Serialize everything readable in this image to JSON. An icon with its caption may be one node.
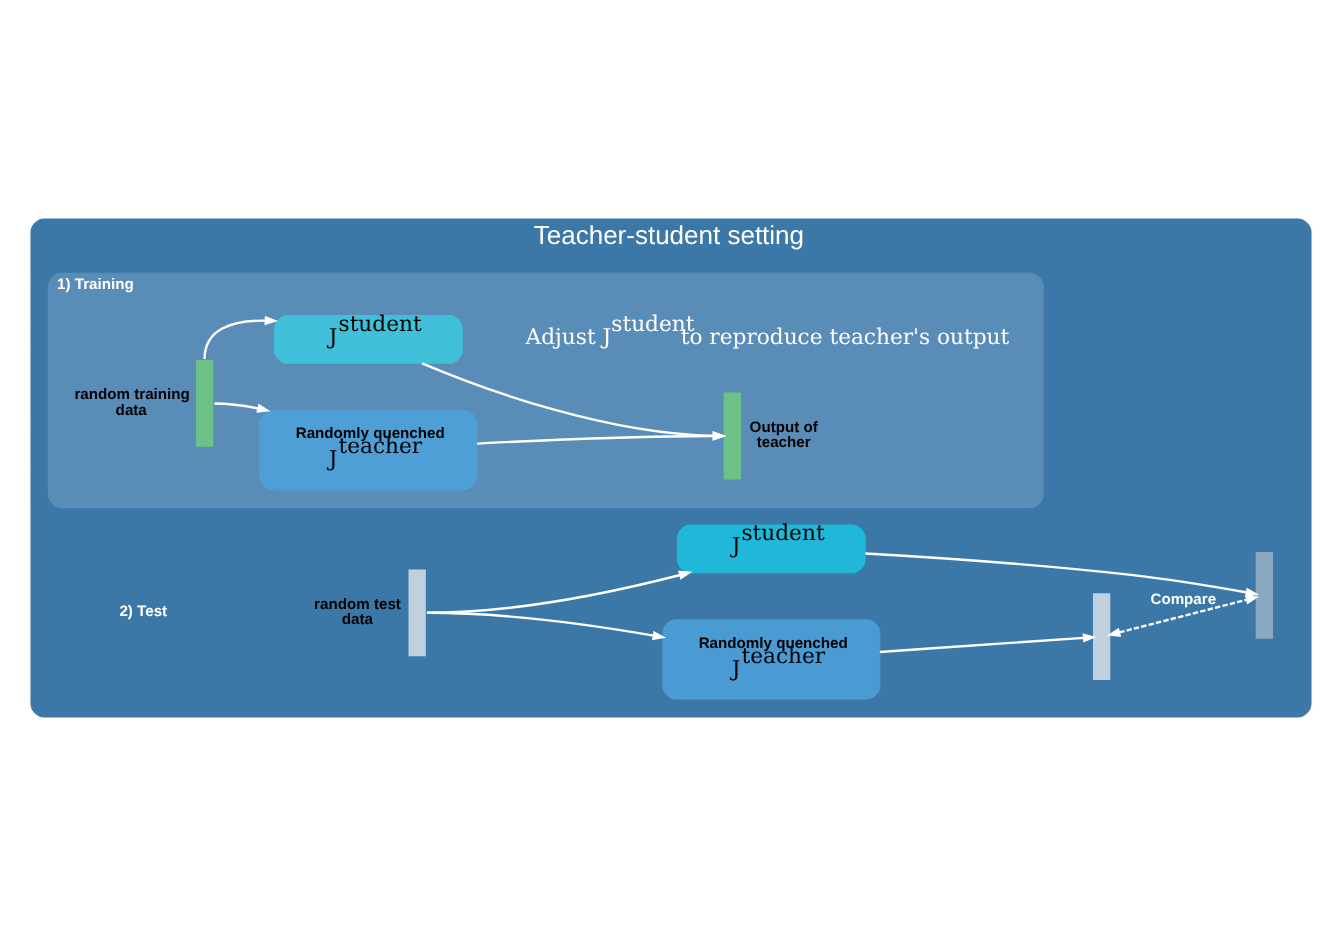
{
  "diagram": {
    "nodes": [
      {
        "text": [
          "Teacher-student setting"
        ]
      },
      {
        "text": [
          "1) Training"
        ],
        "in": 0
      },
      {
        "text": [],
        "shape": "bar",
        "in": 1,
        "beside": [
          "random training data"
        ]
      },
      {
        "text": [
          "Randomly quenched",
          "J$^{teacher}$"
        ],
        "in": 1
      },
      {
        "text": [
          "J$^{student}$"
        ],
        "in": 1
      },
      {
        "text": [],
        "shape": "bar",
        "in": 1,
        "beside": [
          "Output of teacher"
        ]
      },
      {
        "text": [],
        "shape": "bar",
        "in": 0,
        "beside": [
          "random test data"
        ]
      },
      {
        "text": [
          "Randomly quenched",
          "J$^{teacher}$"
        ],
        "in": 0
      },
      {
        "text": [
          "J$^{student}$"
        ],
        "in": 0
      },
      {
        "text": [],
        "shape": "bar",
        "in": 0
      },
      {
        "text": [],
        "shape": "bar",
        "in": 0
      }
    ],
    "edges": [
      {
        "from": 2,
        "to": 3,
        "arrow": "to"
      },
      {
        "from": 2,
        "to": 4,
        "arrow": "to"
      },
      {
        "from": 3,
        "to": 5,
        "arrow": "to"
      },
      {
        "from": 4,
        "to": 5,
        "arrow": "to"
      },
      {
        "from": 6,
        "to": 7,
        "arrow": "to"
      },
      {
        "from": 6,
        "to": 8,
        "arrow": "to"
      },
      {
        "from": 7,
        "to": 9,
        "arrow": "to"
      },
      {
        "from": 8,
        "to": 10,
        "arrow": "to"
      },
      {
        "from": 9,
        "to": 10,
        "arrow": "both",
        "style": "dashed",
        "label": "Compare"
      }
    ],
    "labels": [
      "Adjust J$^{student}$ to reproduce teacher's output",
      "2) Test"
    ]
  }
}
